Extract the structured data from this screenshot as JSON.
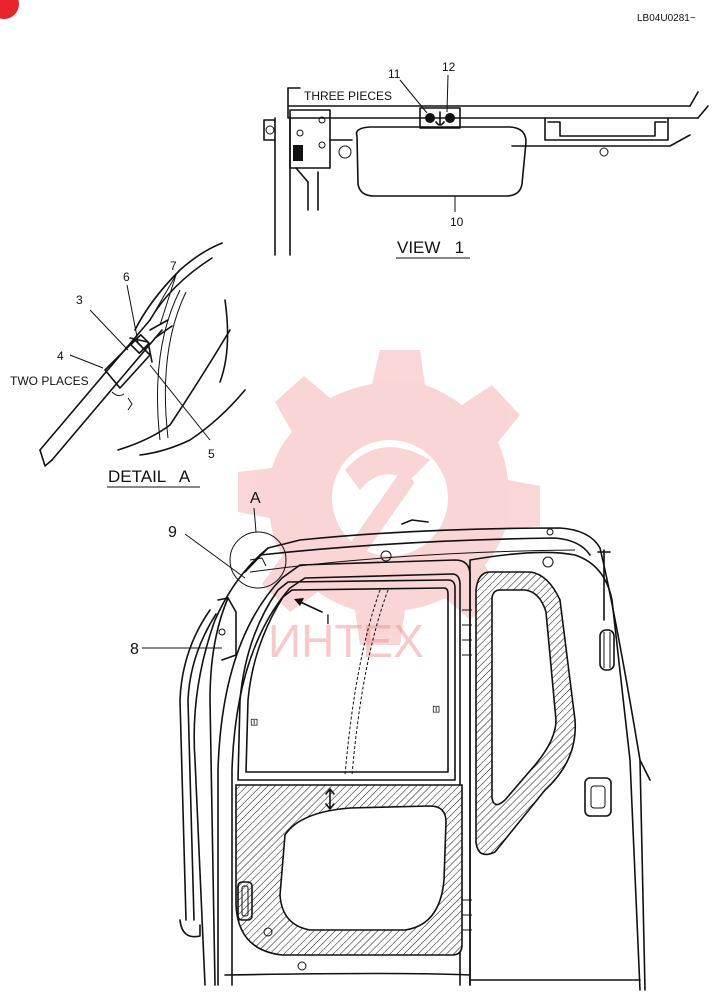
{
  "drawing_code": "LB04U0281~",
  "view_1": {
    "title": "VIEW   1",
    "note": "THREE PIECES",
    "callouts": [
      "11",
      "12",
      "10"
    ]
  },
  "detail_a": {
    "title": "DETAIL   A",
    "note": "TWO PLACES",
    "callouts": [
      "6",
      "7",
      "3",
      "4",
      "5"
    ]
  },
  "main_view": {
    "detail_ref": "A",
    "view_ref": "I",
    "callouts": [
      "9",
      "8"
    ],
    "watermark_text": "ИНТЕХ",
    "watermark_color": "#f08a8a",
    "corner_mark_color": "#e8252b"
  }
}
